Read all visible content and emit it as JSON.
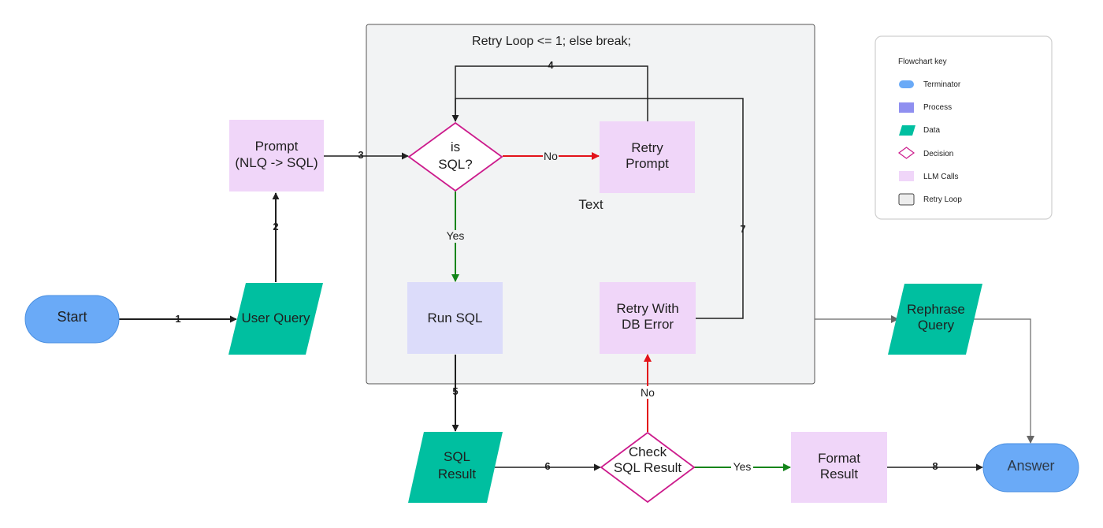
{
  "loop": {
    "title": "Retry Loop <= 1; else break;"
  },
  "nodes": {
    "start": "Start",
    "user_query": "User Query",
    "prompt": [
      "Prompt",
      "(NLQ -> SQL)"
    ],
    "is_sql": [
      "is",
      "SQL?"
    ],
    "retry_prompt": [
      "Retry",
      "Prompt"
    ],
    "run_sql": "Run SQL",
    "retry_with_db_error": [
      "Retry With",
      "DB Error"
    ],
    "sql_result": [
      "SQL",
      "Result"
    ],
    "check_sql_result": [
      "Check",
      "SQL Result"
    ],
    "format_result": [
      "Format",
      "Result"
    ],
    "rephrase_query": [
      "Rephrase",
      "Query"
    ],
    "answer": "Answer"
  },
  "free_text": "Text",
  "edges": {
    "e1": "1",
    "e2": "2",
    "e3": "3",
    "e4": "4",
    "e5": "5",
    "e6": "6",
    "e7": "7",
    "e8": "8",
    "no_is_sql": "No",
    "yes_is_sql": "Yes",
    "no_check": "No",
    "yes_check": "Yes"
  },
  "legend": {
    "title": "Flowchart key",
    "items": [
      {
        "label": "Terminator",
        "shape": "pill",
        "color": "#6aaaf7"
      },
      {
        "label": "Process",
        "shape": "rect",
        "color": "#8f8ff0"
      },
      {
        "label": "Data",
        "shape": "parallelogram",
        "color": "#00bfa0"
      },
      {
        "label": "Decision",
        "shape": "diamond",
        "color": "#cc1b8c"
      },
      {
        "label": "LLM Calls",
        "shape": "rect",
        "color": "#f0d6f9"
      },
      {
        "label": "Retry Loop",
        "shape": "rect",
        "color": "#ededed"
      }
    ]
  },
  "colors": {
    "terminator": "#6aaaf7",
    "data": "#00bfa0",
    "llm": "#f0d6f9",
    "process": "#dcdcfa",
    "decision_border": "#cc1b8c",
    "loop_bg": "#f2f3f4",
    "no_arrow": "#e3131a",
    "yes_arrow": "#13851a",
    "edge": "#1f1f1f"
  }
}
